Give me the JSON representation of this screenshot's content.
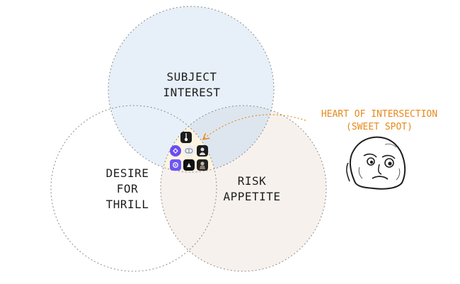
{
  "diagram": {
    "circles": [
      {
        "id": "subject-interest",
        "lines": [
          "SUBJECT",
          "INTEREST"
        ],
        "fill": "#e7f0f8"
      },
      {
        "id": "desire-for-thrill",
        "lines": [
          "DESIRE",
          "FOR",
          "THRILL"
        ],
        "fill": "#ffffff"
      },
      {
        "id": "risk-appetite",
        "lines": [
          "RISK",
          "APPETITE"
        ],
        "fill": "#f6efea"
      }
    ],
    "intersection_fill": "#fdf3e0",
    "outline_color": "#8a8a8a",
    "annotation": {
      "lines": [
        "HEART OF INTERSECTION",
        "(SWEET SPOT)"
      ],
      "color": "#e58a1c"
    },
    "icons": [
      "dark-app-icon",
      "purple-app-icon",
      "pill-icon",
      "monochrome-app-icon",
      "violet-app-icon",
      "black-app-icon",
      "warrior-app-icon"
    ]
  }
}
